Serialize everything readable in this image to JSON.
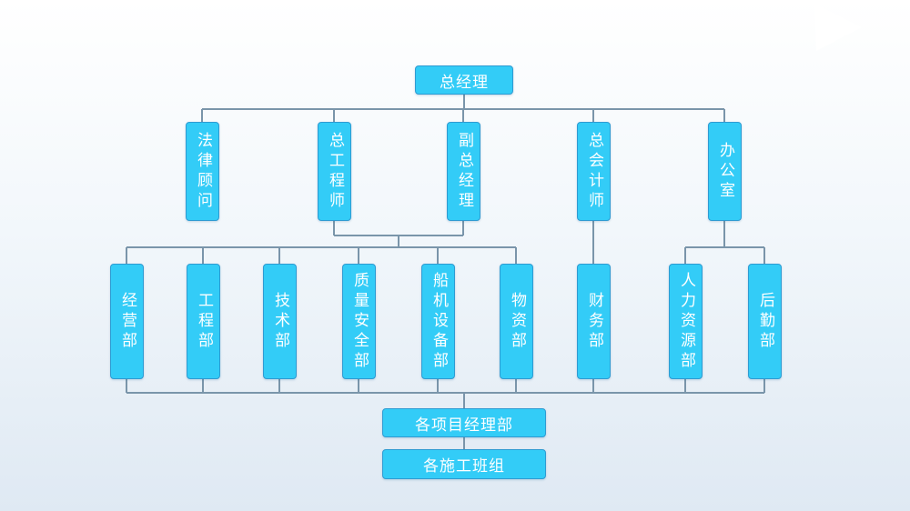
{
  "colors": {
    "box_fill": "#33ccf7",
    "box_border": "#2e9bd2",
    "line": "#7a95aa",
    "text": "#ffffff"
  },
  "chart": {
    "root": "总经理",
    "level1": [
      "法律顾问",
      "总工程师",
      "副总经理",
      "总会计师",
      "办公室"
    ],
    "departments": [
      "经营部",
      "工程部",
      "技术部",
      "质量安全部",
      "船机设备部",
      "物资部",
      "财务部",
      "人力资源部",
      "后勤部"
    ],
    "project_dept": "各项目经理部",
    "construction_team": "各施工班组"
  }
}
